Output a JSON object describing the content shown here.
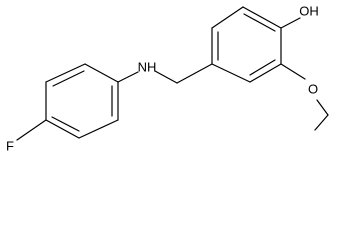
{
  "molecule": {
    "atoms": {
      "hydroxyl": "OH",
      "amine": "NH",
      "ether_oxygen": "O",
      "fluorine": "F"
    },
    "colors": {
      "bond": "#000000",
      "label": "#000000",
      "background": "#ffffff"
    }
  }
}
